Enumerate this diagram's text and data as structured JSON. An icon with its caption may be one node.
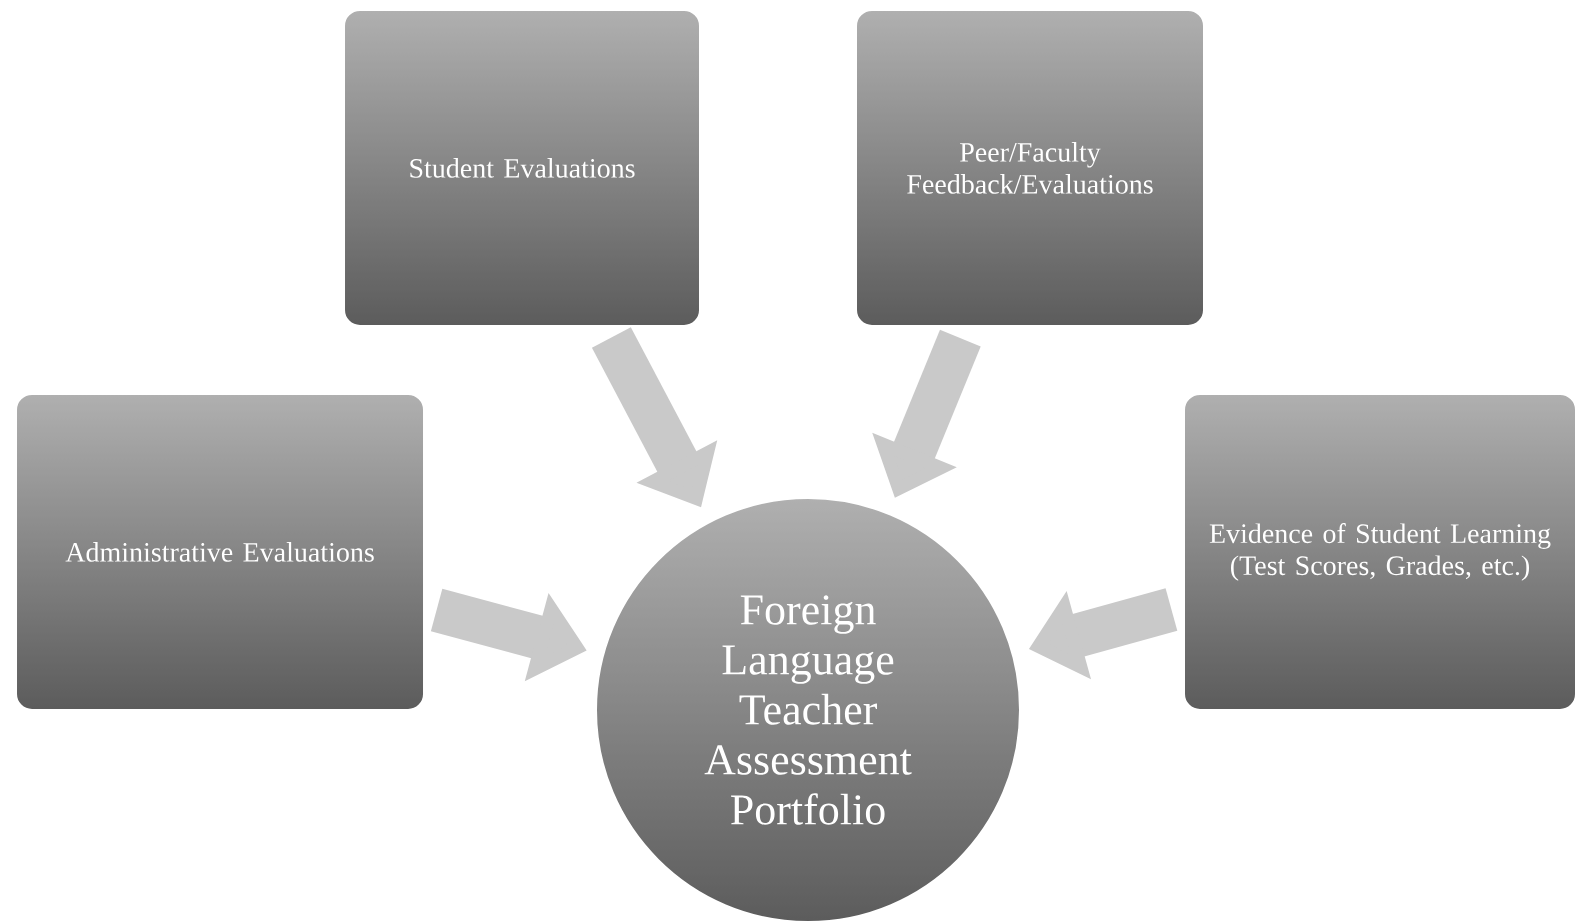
{
  "diagram": {
    "nodes": [
      {
        "text": [
          "Student Evaluations"
        ]
      },
      {
        "text": [
          "Peer/Faculty Feedback/Evaluations"
        ]
      },
      {
        "text": [
          "Administrative Evaluations"
        ]
      },
      {
        "text": [
          "Evidence of Student Learning (Test Scores, Grades, etc.)"
        ]
      },
      {
        "text": [
          "Foreign Language Teacher Assessment Portfolio"
        ]
      }
    ],
    "edges": [
      {
        "from": 0,
        "to": 4,
        "arrow": "to"
      },
      {
        "from": 1,
        "to": 4,
        "arrow": "to"
      },
      {
        "from": 2,
        "to": 4,
        "arrow": "to"
      },
      {
        "from": 3,
        "to": 4,
        "arrow": "to"
      }
    ]
  }
}
